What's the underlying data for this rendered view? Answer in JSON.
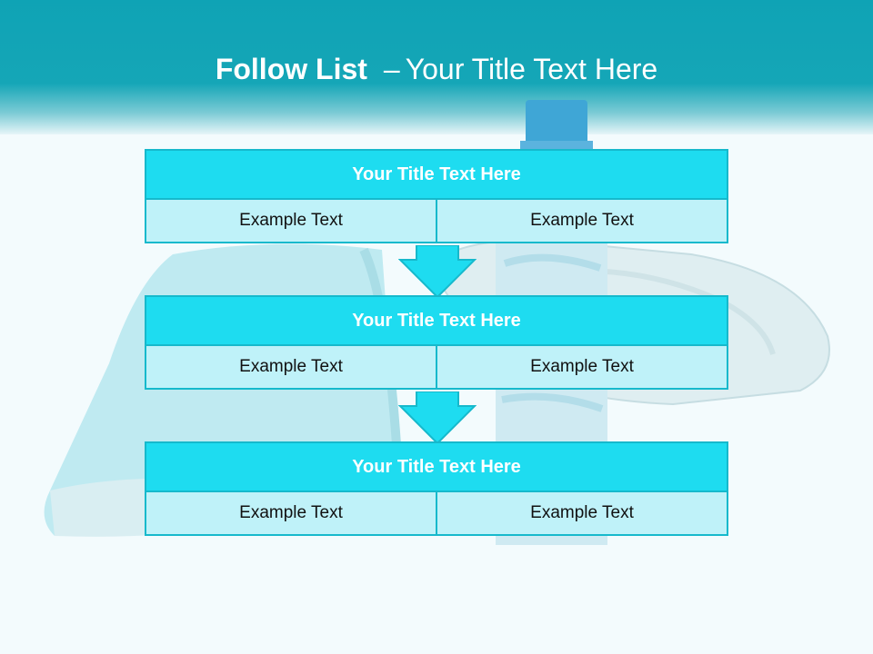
{
  "slide": {
    "title_bold": "Follow List",
    "title_dash": "–",
    "title_rest": "Your Title Text Here"
  },
  "blocks": [
    {
      "title": "Your Title Text Here",
      "left": "Example Text",
      "right": "Example Text"
    },
    {
      "title": "Your Title Text Here",
      "left": "Example Text",
      "right": "Example Text"
    },
    {
      "title": "Your Title Text Here",
      "left": "Example Text",
      "right": "Example Text"
    }
  ],
  "colors": {
    "header": "#15a6b7",
    "box_title": "#1edcf0",
    "box_cell": "#bff2f9",
    "border": "#16b9cc"
  }
}
